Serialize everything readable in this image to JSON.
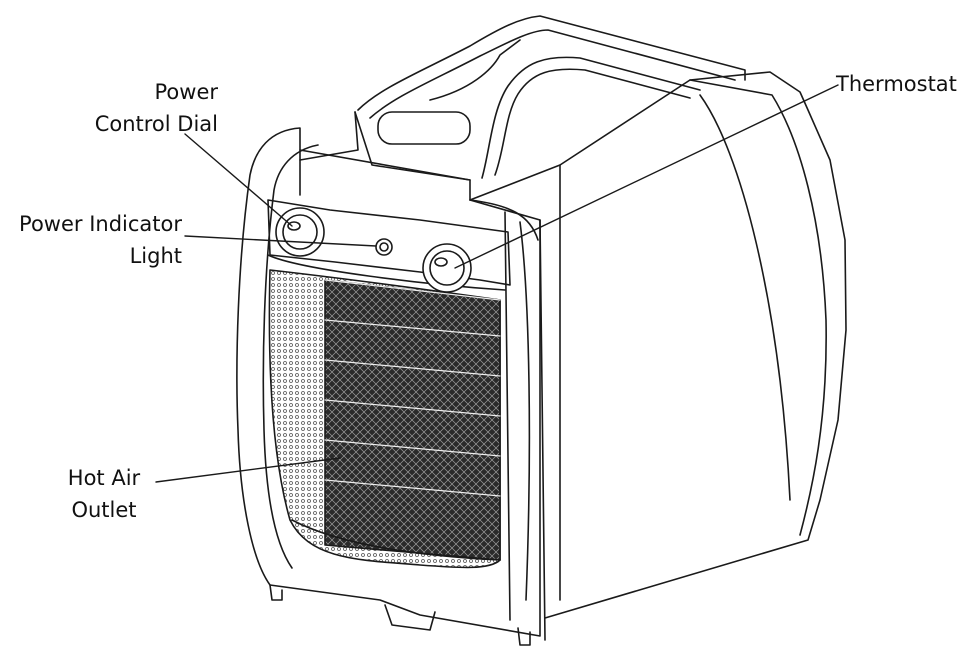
{
  "labels": {
    "power_control_dial": {
      "line1": "Power",
      "line2": "Control Dial"
    },
    "power_indicator_light": {
      "line1": "Power Indicator",
      "line2": "Light"
    },
    "thermostat": {
      "line1": "Thermostat"
    },
    "hot_air_outlet": {
      "line1": "Hot Air",
      "line2": "Outlet"
    }
  },
  "colors": {
    "line": "#1a1a1a",
    "background": "#ffffff"
  }
}
